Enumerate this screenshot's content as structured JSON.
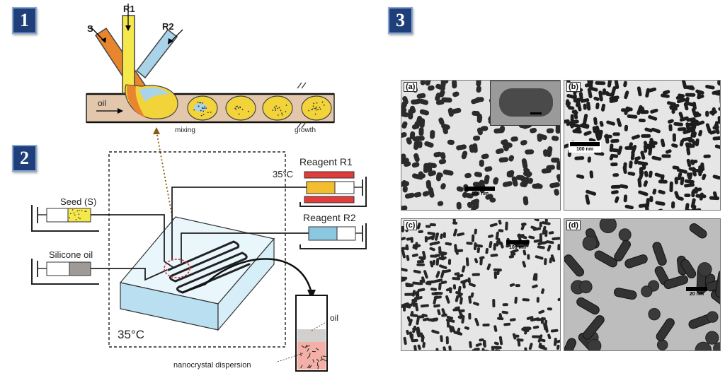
{
  "badges": {
    "b1": "1",
    "b2": "2",
    "b3": "3"
  },
  "droplet": {
    "s": "S",
    "r1": "R1",
    "r2": "R2",
    "oil": "oil",
    "mixing": "mixing",
    "growth": "growth"
  },
  "setup": {
    "reagent_r1": "Reagent R1",
    "temp_top": "35°C",
    "reagent_r2": "Reagent R2",
    "seed": "Seed (S)",
    "silicone": "Silicone oil",
    "temp_chip": "35°C",
    "oil": "oil",
    "dispersion": "nanocrystal dispersion"
  },
  "tem": {
    "a": {
      "label": "(a)",
      "scale": "100 nm"
    },
    "b": {
      "label": "(b)",
      "scale": "100 nm"
    },
    "c": {
      "label": "(c)",
      "scale": "100 nm"
    },
    "d": {
      "label": "(d)",
      "scale": "20 nm"
    }
  },
  "colors": {
    "badge": "#1f3f7a",
    "channel": "#e3c7ac",
    "seed_stream": "#e8862f",
    "r1_stream": "#f5e84a",
    "r2_stream": "#a9d3e8",
    "droplet": "#f2d33a",
    "chip": "#b9dff0",
    "heater": "#e23b3b",
    "vial_liquid": "#f4b0a8"
  }
}
